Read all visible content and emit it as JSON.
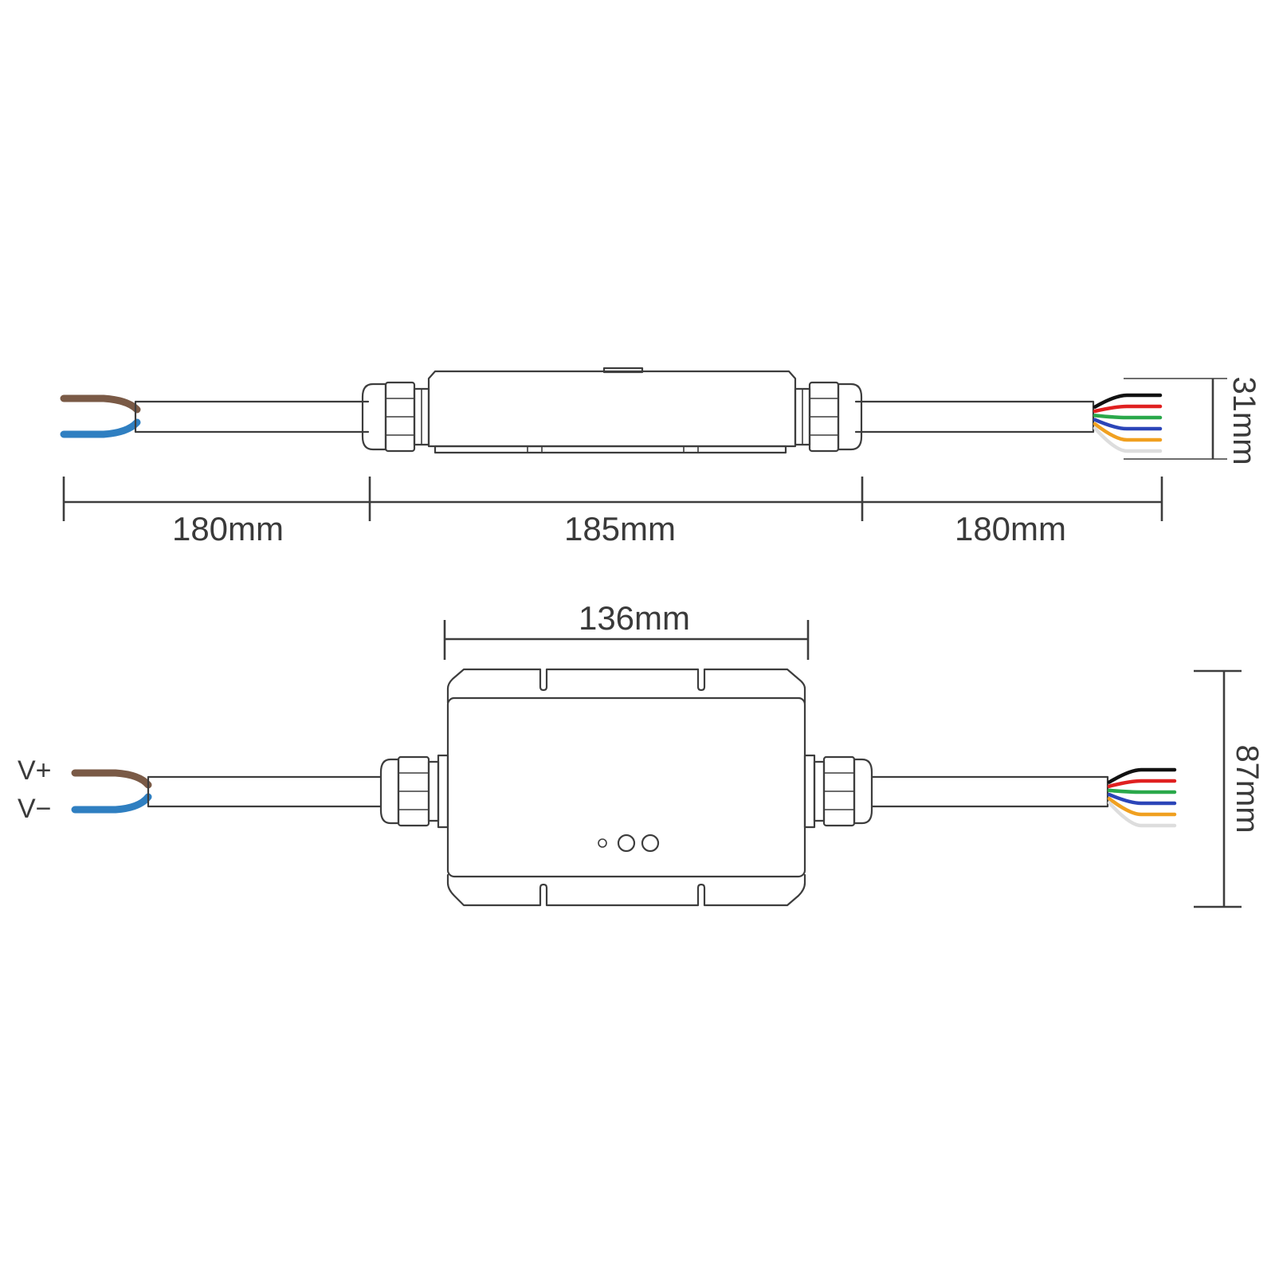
{
  "side_view": {
    "dimensions": {
      "left_cable": "180mm",
      "body": "185mm",
      "right_cable": "180mm",
      "height": "31mm"
    }
  },
  "top_view": {
    "dimensions": {
      "width": "136mm",
      "height": "87mm"
    },
    "labels": {
      "v_plus": "V+",
      "v_minus": "V−"
    }
  },
  "wire_colors": {
    "positive": "#7a5a46",
    "negative": "#2f7fc1",
    "output": [
      "#111111",
      "#e02020",
      "#2aa84a",
      "#2b45b8",
      "#f0a020",
      "#dddddd"
    ]
  }
}
